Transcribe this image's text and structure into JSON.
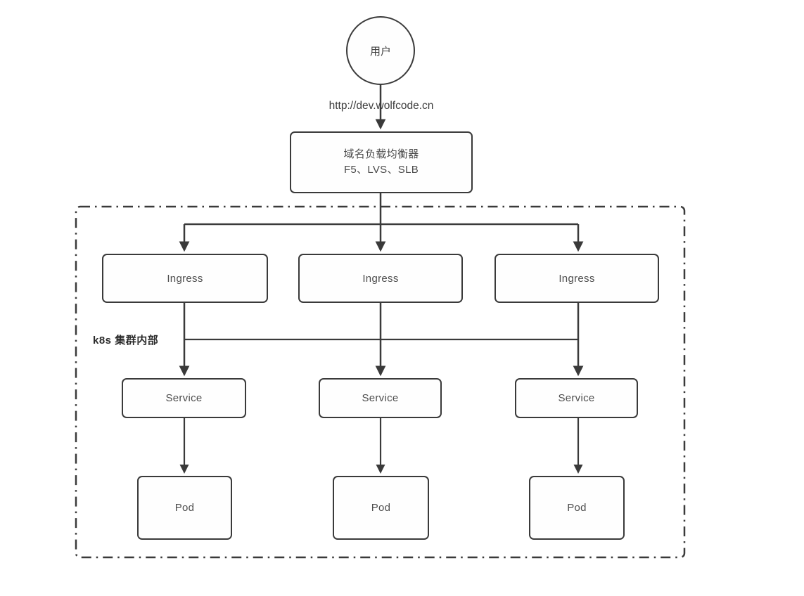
{
  "diagram": {
    "title_hint": "k8s ingress traffic flow diagram",
    "user": {
      "label": "用户"
    },
    "request_url": "http://dev.wolfcode.cn",
    "load_balancer": {
      "line1": "域名负载均衡器",
      "line2": "F5、LVS、SLB"
    },
    "cluster": {
      "label": "k8s 集群内部"
    },
    "ingress_nodes": [
      {
        "label": "Ingress"
      },
      {
        "label": "Ingress"
      },
      {
        "label": "Ingress"
      }
    ],
    "service_nodes": [
      {
        "label": "Service"
      },
      {
        "label": "Service"
      },
      {
        "label": "Service"
      }
    ],
    "pod_nodes": [
      {
        "label": "Pod"
      },
      {
        "label": "Pod"
      },
      {
        "label": "Pod"
      }
    ],
    "edges": [
      {
        "from": "用户",
        "to": "域名负载均衡器",
        "label": "http://dev.wolfcode.cn"
      },
      {
        "from": "域名负载均衡器",
        "to": "Ingress (left)"
      },
      {
        "from": "域名负载均衡器",
        "to": "Ingress (middle)"
      },
      {
        "from": "域名负载均衡器",
        "to": "Ingress (right)"
      },
      {
        "from": "Ingress (all)",
        "to": "Service (all)",
        "note": "shared horizontal bus"
      },
      {
        "from": "Service (left)",
        "to": "Pod (left)"
      },
      {
        "from": "Service (middle)",
        "to": "Pod (middle)"
      },
      {
        "from": "Service (right)",
        "to": "Pod (right)"
      }
    ],
    "colors": {
      "stroke": "#3a3a3a",
      "text": "#4d4d4d",
      "background": "#ffffff",
      "node_fill": "#fefefe"
    }
  }
}
